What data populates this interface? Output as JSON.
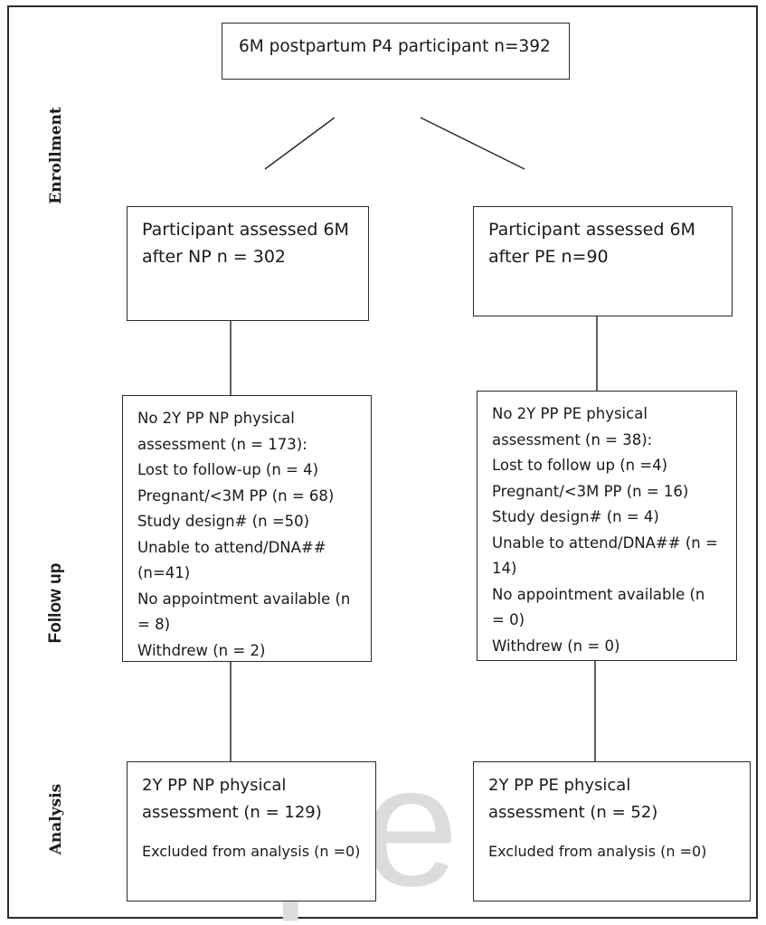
{
  "labels": {
    "enrollment": "Enrollment",
    "follow_up": "Follow up",
    "analysis": "Analysis"
  },
  "enrollment": {
    "title": "6M postpartum P4 participant n=392"
  },
  "np_arm": {
    "assessed": [
      "Participant assessed 6M",
      "after NP n = 302"
    ],
    "follow_up": [
      "No 2Y PP NP physical",
      "assessment (n = 173):",
      "Lost to follow-up (n = 4)",
      "Pregnant/<3M PP (n = 68)",
      "Study design# (n =50)",
      "Unable to attend/DNA##",
      "(n=41)",
      "No appointment available (n",
      "= 8)",
      "Withdrew (n = 2)"
    ],
    "analysis": [
      "2Y PP NP physical",
      "assessment (n = 129)"
    ],
    "excluded": "Excluded from analysis (n =0)"
  },
  "pe_arm": {
    "assessed": [
      "Participant assessed 6M",
      "after PE n=90"
    ],
    "follow_up": [
      "No 2Y PP PE physical",
      "assessment (n = 38):",
      "Lost to follow up (n =4)",
      "Pregnant/<3M PP (n = 16)",
      "Study design# (n = 4)",
      "Unable to attend/DNA## (n =",
      "14)",
      "No appointment available (n",
      "= 0)",
      "Withdrew (n = 0)"
    ],
    "analysis": [
      "2Y PP PE physical",
      "assessment (n = 52)"
    ],
    "excluded": "Excluded from analysis (n =0)"
  },
  "watermark": "pe",
  "colors": {
    "line": "#2b2b2b",
    "watermark": "#dcdcdc"
  }
}
